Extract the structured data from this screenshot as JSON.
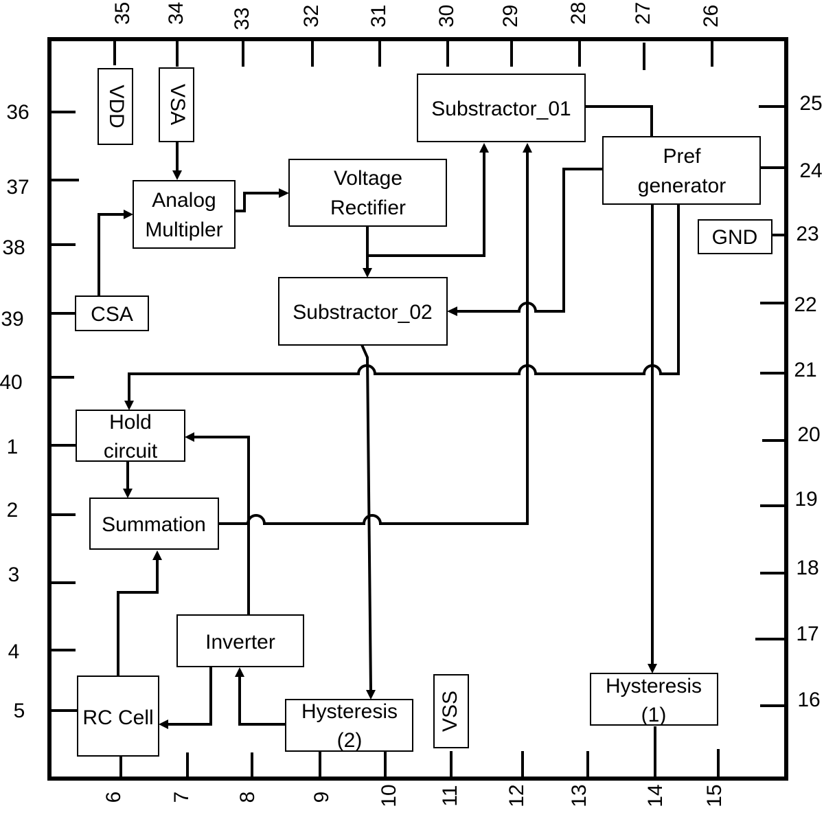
{
  "pins": {
    "p1": "1",
    "p2": "2",
    "p3": "3",
    "p4": "4",
    "p5": "5",
    "p6": "6",
    "p7": "7",
    "p8": "8",
    "p9": "9",
    "p10": "10",
    "p11": "11",
    "p12": "12",
    "p13": "13",
    "p14": "14",
    "p15": "15",
    "p16": "16",
    "p17": "17",
    "p18": "18",
    "p19": "19",
    "p20": "20",
    "p21": "21",
    "p22": "22",
    "p23": "23",
    "p24": "24",
    "p25": "25",
    "p26": "26",
    "p27": "27",
    "p28": "28",
    "p29": "29",
    "p30": "30",
    "p31": "31",
    "p32": "32",
    "p33": "33",
    "p34": "34",
    "p35": "35",
    "p36": "36",
    "p37": "37",
    "p38": "38",
    "p39": "39",
    "p40": "40"
  },
  "blocks": {
    "vdd": "VDD",
    "vsa": "VSA",
    "analog_multiplier": [
      "Analog",
      "Multipler"
    ],
    "voltage_rectifier": [
      "Voltage",
      "Rectifier"
    ],
    "substractor_01": "Substractor_01",
    "pref_generator": [
      "Pref",
      "generator"
    ],
    "gnd": "GND",
    "csa": "CSA",
    "substractor_02": "Substractor_02",
    "hold_circuit": [
      "Hold",
      "circuit"
    ],
    "summation": "Summation",
    "inverter": "Inverter",
    "rc_cell": "RC Cell",
    "hysteresis_2": [
      "Hysteresis",
      "(2)"
    ],
    "vss": "VSS",
    "hysteresis_1": [
      "Hysteresis",
      "(1)"
    ]
  }
}
